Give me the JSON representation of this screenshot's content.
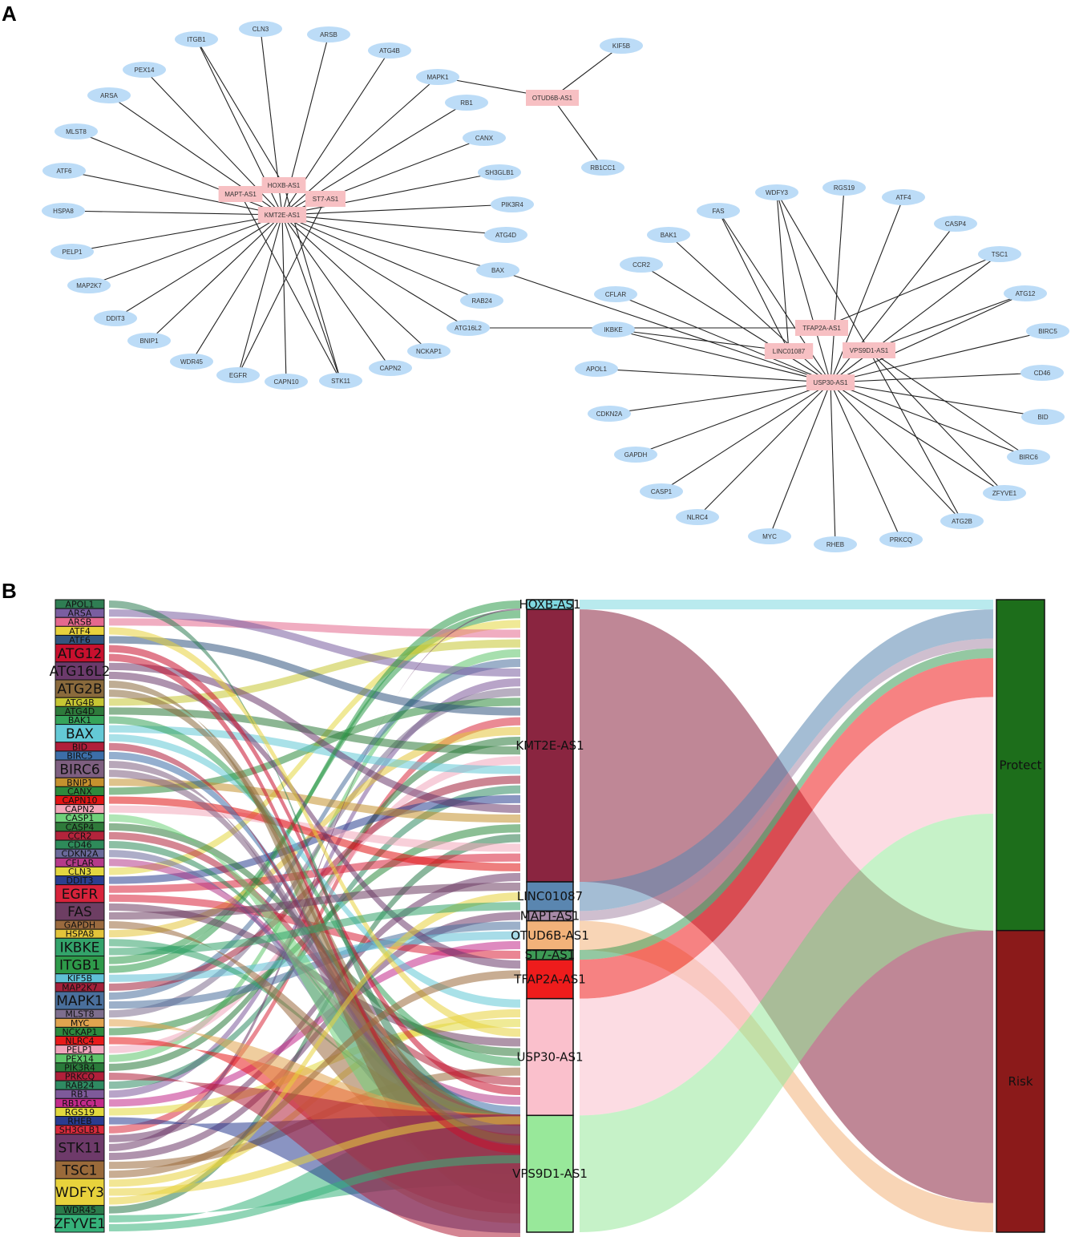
{
  "panel_a_label": "A",
  "panel_b_label": "B",
  "colors": {
    "gene_node": "#bcdcf7",
    "lnc_node": "#f7c0c3",
    "edge": "#222222",
    "protect": "#1d6e1b",
    "risk": "#8b1a1a"
  },
  "network": {
    "lncrnas": [
      "HOXB-AS1",
      "MAPT-AS1",
      "ST7-AS1",
      "KMT2E-AS1",
      "OTUD6B-AS1",
      "TFAP2A-AS1",
      "LINC01087",
      "VPS9D1-AS1",
      "USP30-AS1"
    ],
    "genes": [
      "ITGB1",
      "CLN3",
      "ARSB",
      "ATG4B",
      "PEX14",
      "MAPK1",
      "ARSA",
      "RB1",
      "MLST8",
      "CANX",
      "ATF6",
      "SH3GLB1",
      "HSPA8",
      "PIK3R4",
      "ATG4D",
      "PELP1",
      "BAX",
      "MAP2K7",
      "RAB24",
      "DDIT3",
      "ATG16L2",
      "BNIP1",
      "NCKAP1",
      "WDR45",
      "CAPN2",
      "EGFR",
      "CAPN10",
      "STK11",
      "KIF5B",
      "RB1CC1",
      "WDFY3",
      "RGS19",
      "ATF4",
      "FAS",
      "CASP4",
      "BAK1",
      "TSC1",
      "CCR2",
      "ATG12",
      "CFLAR",
      "BIRC5",
      "IKBKE",
      "CD46",
      "APOL1",
      "BID",
      "CDKN2A",
      "BIRC6",
      "GAPDH",
      "ZFYVE1",
      "CASP1",
      "ATG2B",
      "NLRC4",
      "MYC",
      "RHEB",
      "PRKCQ"
    ],
    "edges": [
      [
        "KMT2E-AS1",
        "ITGB1"
      ],
      [
        "KMT2E-AS1",
        "CLN3"
      ],
      [
        "KMT2E-AS1",
        "ARSB"
      ],
      [
        "KMT2E-AS1",
        "ATG4B"
      ],
      [
        "KMT2E-AS1",
        "PEX14"
      ],
      [
        "KMT2E-AS1",
        "MAPK1"
      ],
      [
        "KMT2E-AS1",
        "ARSA"
      ],
      [
        "KMT2E-AS1",
        "RB1"
      ],
      [
        "KMT2E-AS1",
        "MLST8"
      ],
      [
        "KMT2E-AS1",
        "CANX"
      ],
      [
        "KMT2E-AS1",
        "ATF6"
      ],
      [
        "KMT2E-AS1",
        "SH3GLB1"
      ],
      [
        "KMT2E-AS1",
        "HSPA8"
      ],
      [
        "KMT2E-AS1",
        "PIK3R4"
      ],
      [
        "KMT2E-AS1",
        "ATG4D"
      ],
      [
        "KMT2E-AS1",
        "PELP1"
      ],
      [
        "KMT2E-AS1",
        "BAX"
      ],
      [
        "KMT2E-AS1",
        "MAP2K7"
      ],
      [
        "KMT2E-AS1",
        "RAB24"
      ],
      [
        "KMT2E-AS1",
        "DDIT3"
      ],
      [
        "KMT2E-AS1",
        "ATG16L2"
      ],
      [
        "KMT2E-AS1",
        "BNIP1"
      ],
      [
        "KMT2E-AS1",
        "NCKAP1"
      ],
      [
        "KMT2E-AS1",
        "WDR45"
      ],
      [
        "KMT2E-AS1",
        "CAPN2"
      ],
      [
        "KMT2E-AS1",
        "EGFR"
      ],
      [
        "KMT2E-AS1",
        "CAPN10"
      ],
      [
        "KMT2E-AS1",
        "STK11"
      ],
      [
        "HOXB-AS1",
        "ITGB1"
      ],
      [
        "HOXB-AS1",
        "STK11"
      ],
      [
        "MAPT-AS1",
        "STK11"
      ],
      [
        "ST7-AS1",
        "EGFR"
      ],
      [
        "OTUD6B-AS1",
        "MAPK1"
      ],
      [
        "OTUD6B-AS1",
        "KIF5B"
      ],
      [
        "OTUD6B-AS1",
        "RB1CC1"
      ],
      [
        "USP30-AS1",
        "BAX"
      ],
      [
        "TFAP2A-AS1",
        "ATG16L2"
      ],
      [
        "USP30-AS1",
        "WDFY3"
      ],
      [
        "USP30-AS1",
        "RGS19"
      ],
      [
        "USP30-AS1",
        "ATF4"
      ],
      [
        "USP30-AS1",
        "FAS"
      ],
      [
        "USP30-AS1",
        "CASP4"
      ],
      [
        "USP30-AS1",
        "BAK1"
      ],
      [
        "USP30-AS1",
        "TSC1"
      ],
      [
        "USP30-AS1",
        "CCR2"
      ],
      [
        "USP30-AS1",
        "ATG12"
      ],
      [
        "USP30-AS1",
        "CFLAR"
      ],
      [
        "USP30-AS1",
        "BIRC5"
      ],
      [
        "USP30-AS1",
        "IKBKE"
      ],
      [
        "USP30-AS1",
        "CD46"
      ],
      [
        "USP30-AS1",
        "APOL1"
      ],
      [
        "USP30-AS1",
        "BID"
      ],
      [
        "USP30-AS1",
        "CDKN2A"
      ],
      [
        "USP30-AS1",
        "BIRC6"
      ],
      [
        "USP30-AS1",
        "GAPDH"
      ],
      [
        "USP30-AS1",
        "ZFYVE1"
      ],
      [
        "USP30-AS1",
        "CASP1"
      ],
      [
        "USP30-AS1",
        "ATG2B"
      ],
      [
        "USP30-AS1",
        "NLRC4"
      ],
      [
        "USP30-AS1",
        "MYC"
      ],
      [
        "USP30-AS1",
        "RHEB"
      ],
      [
        "USP30-AS1",
        "PRKCQ"
      ],
      [
        "VPS9D1-AS1",
        "WDFY3"
      ],
      [
        "VPS9D1-AS1",
        "BIRC6"
      ],
      [
        "VPS9D1-AS1",
        "ATG2B"
      ],
      [
        "VPS9D1-AS1",
        "ATG12"
      ],
      [
        "LINC01087",
        "FAS"
      ],
      [
        "LINC01087",
        "WDFY3"
      ],
      [
        "TFAP2A-AS1",
        "TSC1"
      ],
      [
        "VPS9D1-AS1",
        "ZFYVE1"
      ],
      [
        "LINC01087",
        "IKBKE"
      ]
    ]
  },
  "sankey": {
    "genes": [
      {
        "name": "APOL1",
        "color": "#2f7d53"
      },
      {
        "name": "ARSA",
        "color": "#7a5ea0"
      },
      {
        "name": "ARSB",
        "color": "#e4698e"
      },
      {
        "name": "ATF4",
        "color": "#e8d23c"
      },
      {
        "name": "ATF6",
        "color": "#33567f"
      },
      {
        "name": "ATG12",
        "color": "#c8102e"
      },
      {
        "name": "ATG16L2",
        "color": "#6b3a6b"
      },
      {
        "name": "ATG2B",
        "color": "#8a6a3c"
      },
      {
        "name": "ATG4B",
        "color": "#c6c633"
      },
      {
        "name": "ATG4D",
        "color": "#2e7a3b"
      },
      {
        "name": "BAK1",
        "color": "#36a35a"
      },
      {
        "name": "BAX",
        "color": "#63c9d6"
      },
      {
        "name": "BID",
        "color": "#b01e3a"
      },
      {
        "name": "BIRC5",
        "color": "#3c6ea8"
      },
      {
        "name": "BIRC6",
        "color": "#7e5f80"
      },
      {
        "name": "BNIP1",
        "color": "#c5912e"
      },
      {
        "name": "CANX",
        "color": "#2e8a3c"
      },
      {
        "name": "CAPN10",
        "color": "#e01414"
      },
      {
        "name": "CAPN2",
        "color": "#f3a7b9"
      },
      {
        "name": "CASP1",
        "color": "#6fd17a"
      },
      {
        "name": "CASP4",
        "color": "#2f7a3a"
      },
      {
        "name": "CCR2",
        "color": "#b3243b"
      },
      {
        "name": "CD46",
        "color": "#2e8a5a"
      },
      {
        "name": "CDKN2A",
        "color": "#6a6a9a"
      },
      {
        "name": "CFLAR",
        "color": "#b53a8a"
      },
      {
        "name": "CLN3",
        "color": "#e3d740"
      },
      {
        "name": "DDIT3",
        "color": "#2a3f8f"
      },
      {
        "name": "EGFR",
        "color": "#d8233b"
      },
      {
        "name": "FAS",
        "color": "#6d3e63"
      },
      {
        "name": "GAPDH",
        "color": "#9a6a3e"
      },
      {
        "name": "HSPA8",
        "color": "#e3c43a"
      },
      {
        "name": "IKBKE",
        "color": "#33a36a"
      },
      {
        "name": "ITGB1",
        "color": "#2e9a4a"
      },
      {
        "name": "KIF5B",
        "color": "#5fc0d6"
      },
      {
        "name": "MAP2K7",
        "color": "#a3203a"
      },
      {
        "name": "MAPK1",
        "color": "#4a6f9c"
      },
      {
        "name": "MLST8",
        "color": "#7e6e8e"
      },
      {
        "name": "MYC",
        "color": "#e1a44f"
      },
      {
        "name": "NCKAP1",
        "color": "#2e8a3e"
      },
      {
        "name": "NLRC4",
        "color": "#e81b1b"
      },
      {
        "name": "PELP1",
        "color": "#f0a5bb"
      },
      {
        "name": "PEX14",
        "color": "#5fc56b"
      },
      {
        "name": "PIK3R4",
        "color": "#2a7a3a"
      },
      {
        "name": "PRKCQ",
        "color": "#b0203a"
      },
      {
        "name": "RAB24",
        "color": "#2f8a62"
      },
      {
        "name": "RB1",
        "color": "#7e5a9a"
      },
      {
        "name": "RB1CC1",
        "color": "#c22a8a"
      },
      {
        "name": "RGS19",
        "color": "#e1d83e"
      },
      {
        "name": "RHEB",
        "color": "#2a3c90"
      },
      {
        "name": "SH3GLB1",
        "color": "#d82a3c"
      },
      {
        "name": "STK11",
        "color": "#6e3a6a"
      },
      {
        "name": "TSC1",
        "color": "#9a6a3a"
      },
      {
        "name": "WDFY3",
        "color": "#e8d23c"
      },
      {
        "name": "WDR45",
        "color": "#2a7a4a"
      },
      {
        "name": "ZFYVE1",
        "color": "#36b27a"
      }
    ],
    "lncrnas": [
      {
        "name": "HOXB-AS1",
        "color": "#7fd8e0",
        "weight": 1
      },
      {
        "name": "KMT2E-AS1",
        "color": "#8a2540",
        "weight": 28
      },
      {
        "name": "LINC01087",
        "color": "#5a86b0",
        "weight": 3
      },
      {
        "name": "MAPT-AS1",
        "color": "#a88aa8",
        "weight": 1
      },
      {
        "name": "OTUD6B-AS1",
        "color": "#f2b27a",
        "weight": 3
      },
      {
        "name": "ST7-AS1",
        "color": "#3d9a55",
        "weight": 1
      },
      {
        "name": "TFAP2A-AS1",
        "color": "#ee1c1c",
        "weight": 4
      },
      {
        "name": "USP30-AS1",
        "color": "#fac0cc",
        "weight": 12
      },
      {
        "name": "VPS9D1-AS1",
        "color": "#98e89a",
        "weight": 12
      }
    ],
    "outcomes": [
      {
        "name": "Protect",
        "color": "#1d6e1b"
      },
      {
        "name": "Risk",
        "color": "#8b1a1a"
      }
    ],
    "lnc_to_outcome": [
      {
        "lnc": "HOXB-AS1",
        "outcome": "Protect"
      },
      {
        "lnc": "KMT2E-AS1",
        "outcome": "Risk"
      },
      {
        "lnc": "LINC01087",
        "outcome": "Protect"
      },
      {
        "lnc": "MAPT-AS1",
        "outcome": "Protect"
      },
      {
        "lnc": "OTUD6B-AS1",
        "outcome": "Risk"
      },
      {
        "lnc": "ST7-AS1",
        "outcome": "Protect"
      },
      {
        "lnc": "TFAP2A-AS1",
        "outcome": "Protect"
      },
      {
        "lnc": "USP30-AS1",
        "outcome": "Protect"
      },
      {
        "lnc": "VPS9D1-AS1",
        "outcome": "Protect"
      }
    ]
  }
}
